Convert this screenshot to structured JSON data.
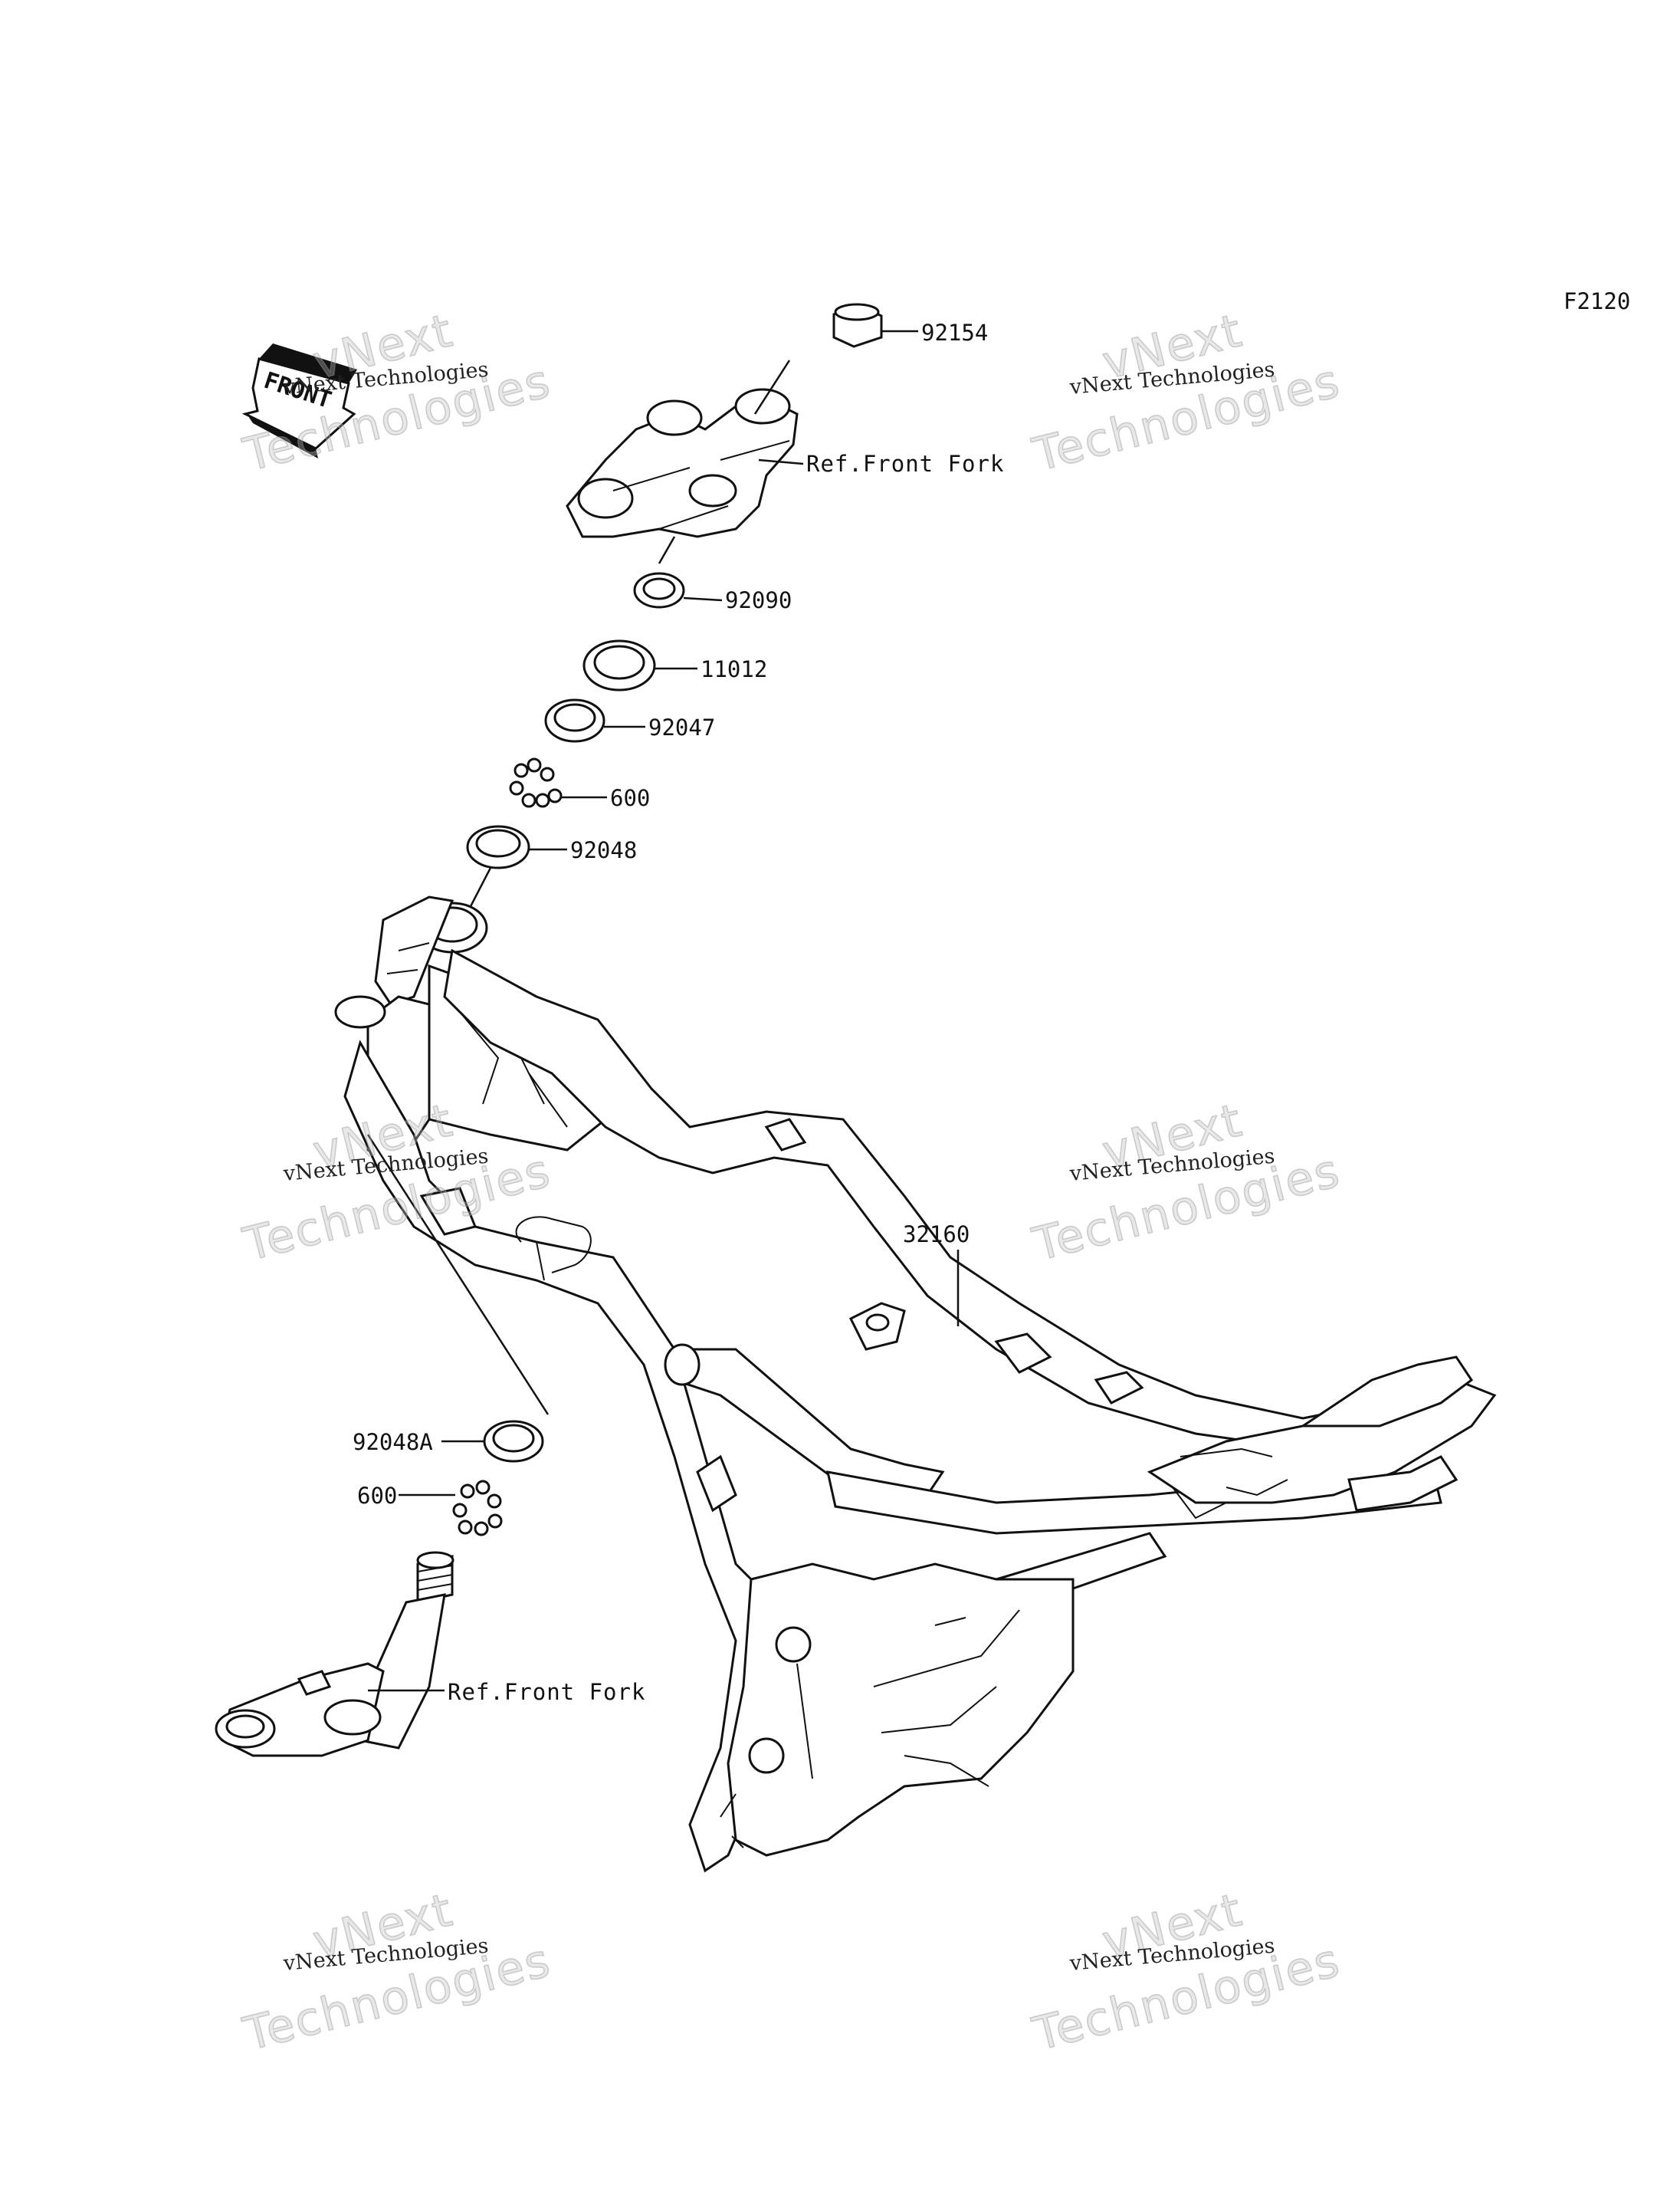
{
  "figure_code": "F2120",
  "front_arrow_label": "FRONT",
  "callouts": {
    "c92154": "92154",
    "ref_front_fork_upper": "Ref.Front Fork",
    "c92090": "92090",
    "c11012": "11012",
    "c92047": "92047",
    "c600_upper": "600",
    "c92048": "92048",
    "c32160": "32160",
    "c92048A": "92048A",
    "c600_lower": "600",
    "ref_front_fork_lower": "Ref.Front Fork"
  },
  "watermark": {
    "small": "vNext Technologies",
    "big_line1": "vNext",
    "big_line2": "Technologies"
  }
}
